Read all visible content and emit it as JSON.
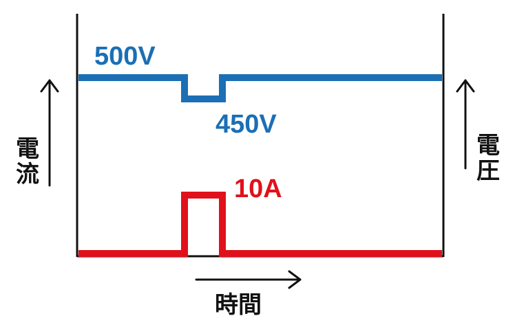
{
  "labels": {
    "voltage_high": "500V",
    "voltage_low": "450V",
    "current_pulse": "10A",
    "current_axis": [
      "電",
      "流"
    ],
    "voltage_axis": [
      "電",
      "圧"
    ],
    "time_axis": "時間"
  },
  "colors": {
    "voltage": "#1B6FB5",
    "current": "#E0111B",
    "axis": "#111111"
  }
}
